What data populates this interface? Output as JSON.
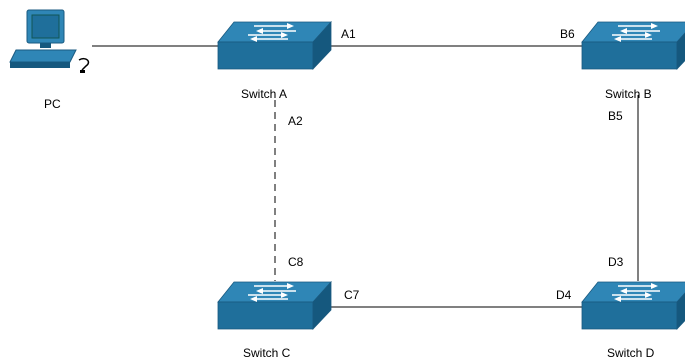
{
  "nodes": {
    "pc": {
      "label": "PC",
      "icon": "pc-icon"
    },
    "switch_a": {
      "label": "Switch A",
      "icon": "switch-icon"
    },
    "switch_b": {
      "label": "Switch B",
      "icon": "switch-icon"
    },
    "switch_c": {
      "label": "Switch C",
      "icon": "switch-icon"
    },
    "switch_d": {
      "label": "Switch D",
      "icon": "switch-icon"
    }
  },
  "ports": {
    "a1": "A1",
    "a2": "A2",
    "b5": "B5",
    "b6": "B6",
    "c7": "C7",
    "c8": "C8",
    "d3": "D3",
    "d4": "D4"
  },
  "links": [
    {
      "from": "PC",
      "to": "Switch A",
      "style": "solid"
    },
    {
      "from": "A1",
      "to": "B6",
      "style": "solid"
    },
    {
      "from": "B5",
      "to": "D3",
      "style": "solid"
    },
    {
      "from": "C7",
      "to": "D4",
      "style": "solid"
    },
    {
      "from": "A2",
      "to": "C8",
      "style": "dashed"
    }
  ],
  "colors": {
    "switch_top": "#2f86b6",
    "switch_front": "#1f6f9b",
    "switch_side": "#15587e",
    "arrow": "#ffffff",
    "link": "#000000"
  }
}
